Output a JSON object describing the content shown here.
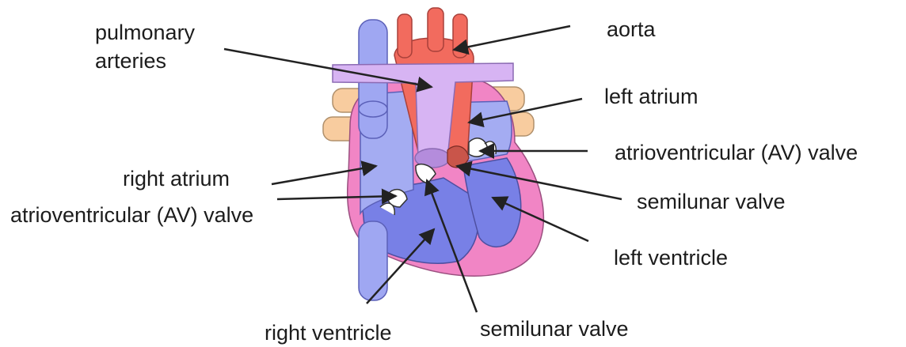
{
  "labels": {
    "pulmonary_arteries_line1": "pulmonary",
    "pulmonary_arteries_line2": "arteries",
    "aorta": "aorta",
    "left_atrium": "left atrium",
    "av_valve_left": "atrioventricular (AV) valve",
    "right_atrium": "right atrium",
    "av_valve_right": "atrioventricular (AV) valve",
    "semilunar_valve_aortic": "semilunar valve",
    "left_ventricle": "left ventricle",
    "right_ventricle": "right ventricle",
    "semilunar_valve_pulmonary": "semilunar valve"
  },
  "colors": {
    "vena_cava": "#9fa7f2",
    "right_heart": "#a4acf2",
    "ventricle_blue": "#7880e6",
    "aorta_red": "#f26b5e",
    "pulmonary_purple": "#d7b4f3",
    "pulmonary_vein_tan": "#f8cc9f",
    "myocardium_pink": "#f185c5",
    "valve_red": "#c9554a",
    "leader_line": "#222222"
  }
}
